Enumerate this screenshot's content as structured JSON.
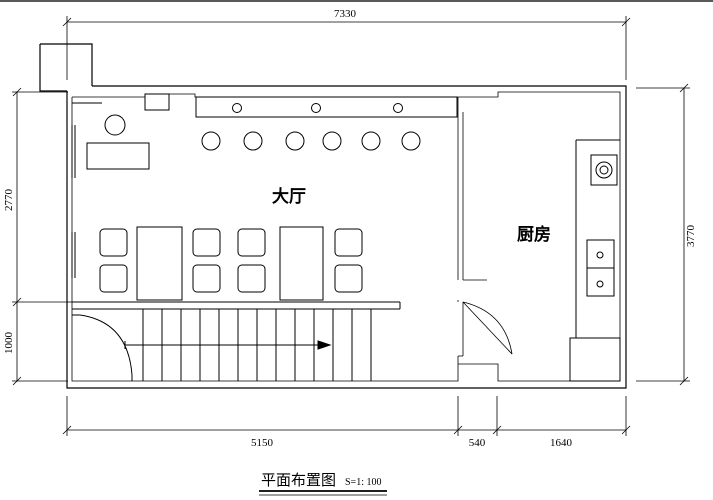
{
  "dimensions": {
    "top_total": "7330",
    "left_upper": "2770",
    "left_lower": "1000",
    "right_total": "3770",
    "bottom_hall": "5150",
    "bottom_mid": "540",
    "bottom_kitchen": "1640"
  },
  "rooms": {
    "hall": "大厅",
    "kitchen": "厨房"
  },
  "title": {
    "main": "平面布置图",
    "scale": "S=1: 100"
  }
}
